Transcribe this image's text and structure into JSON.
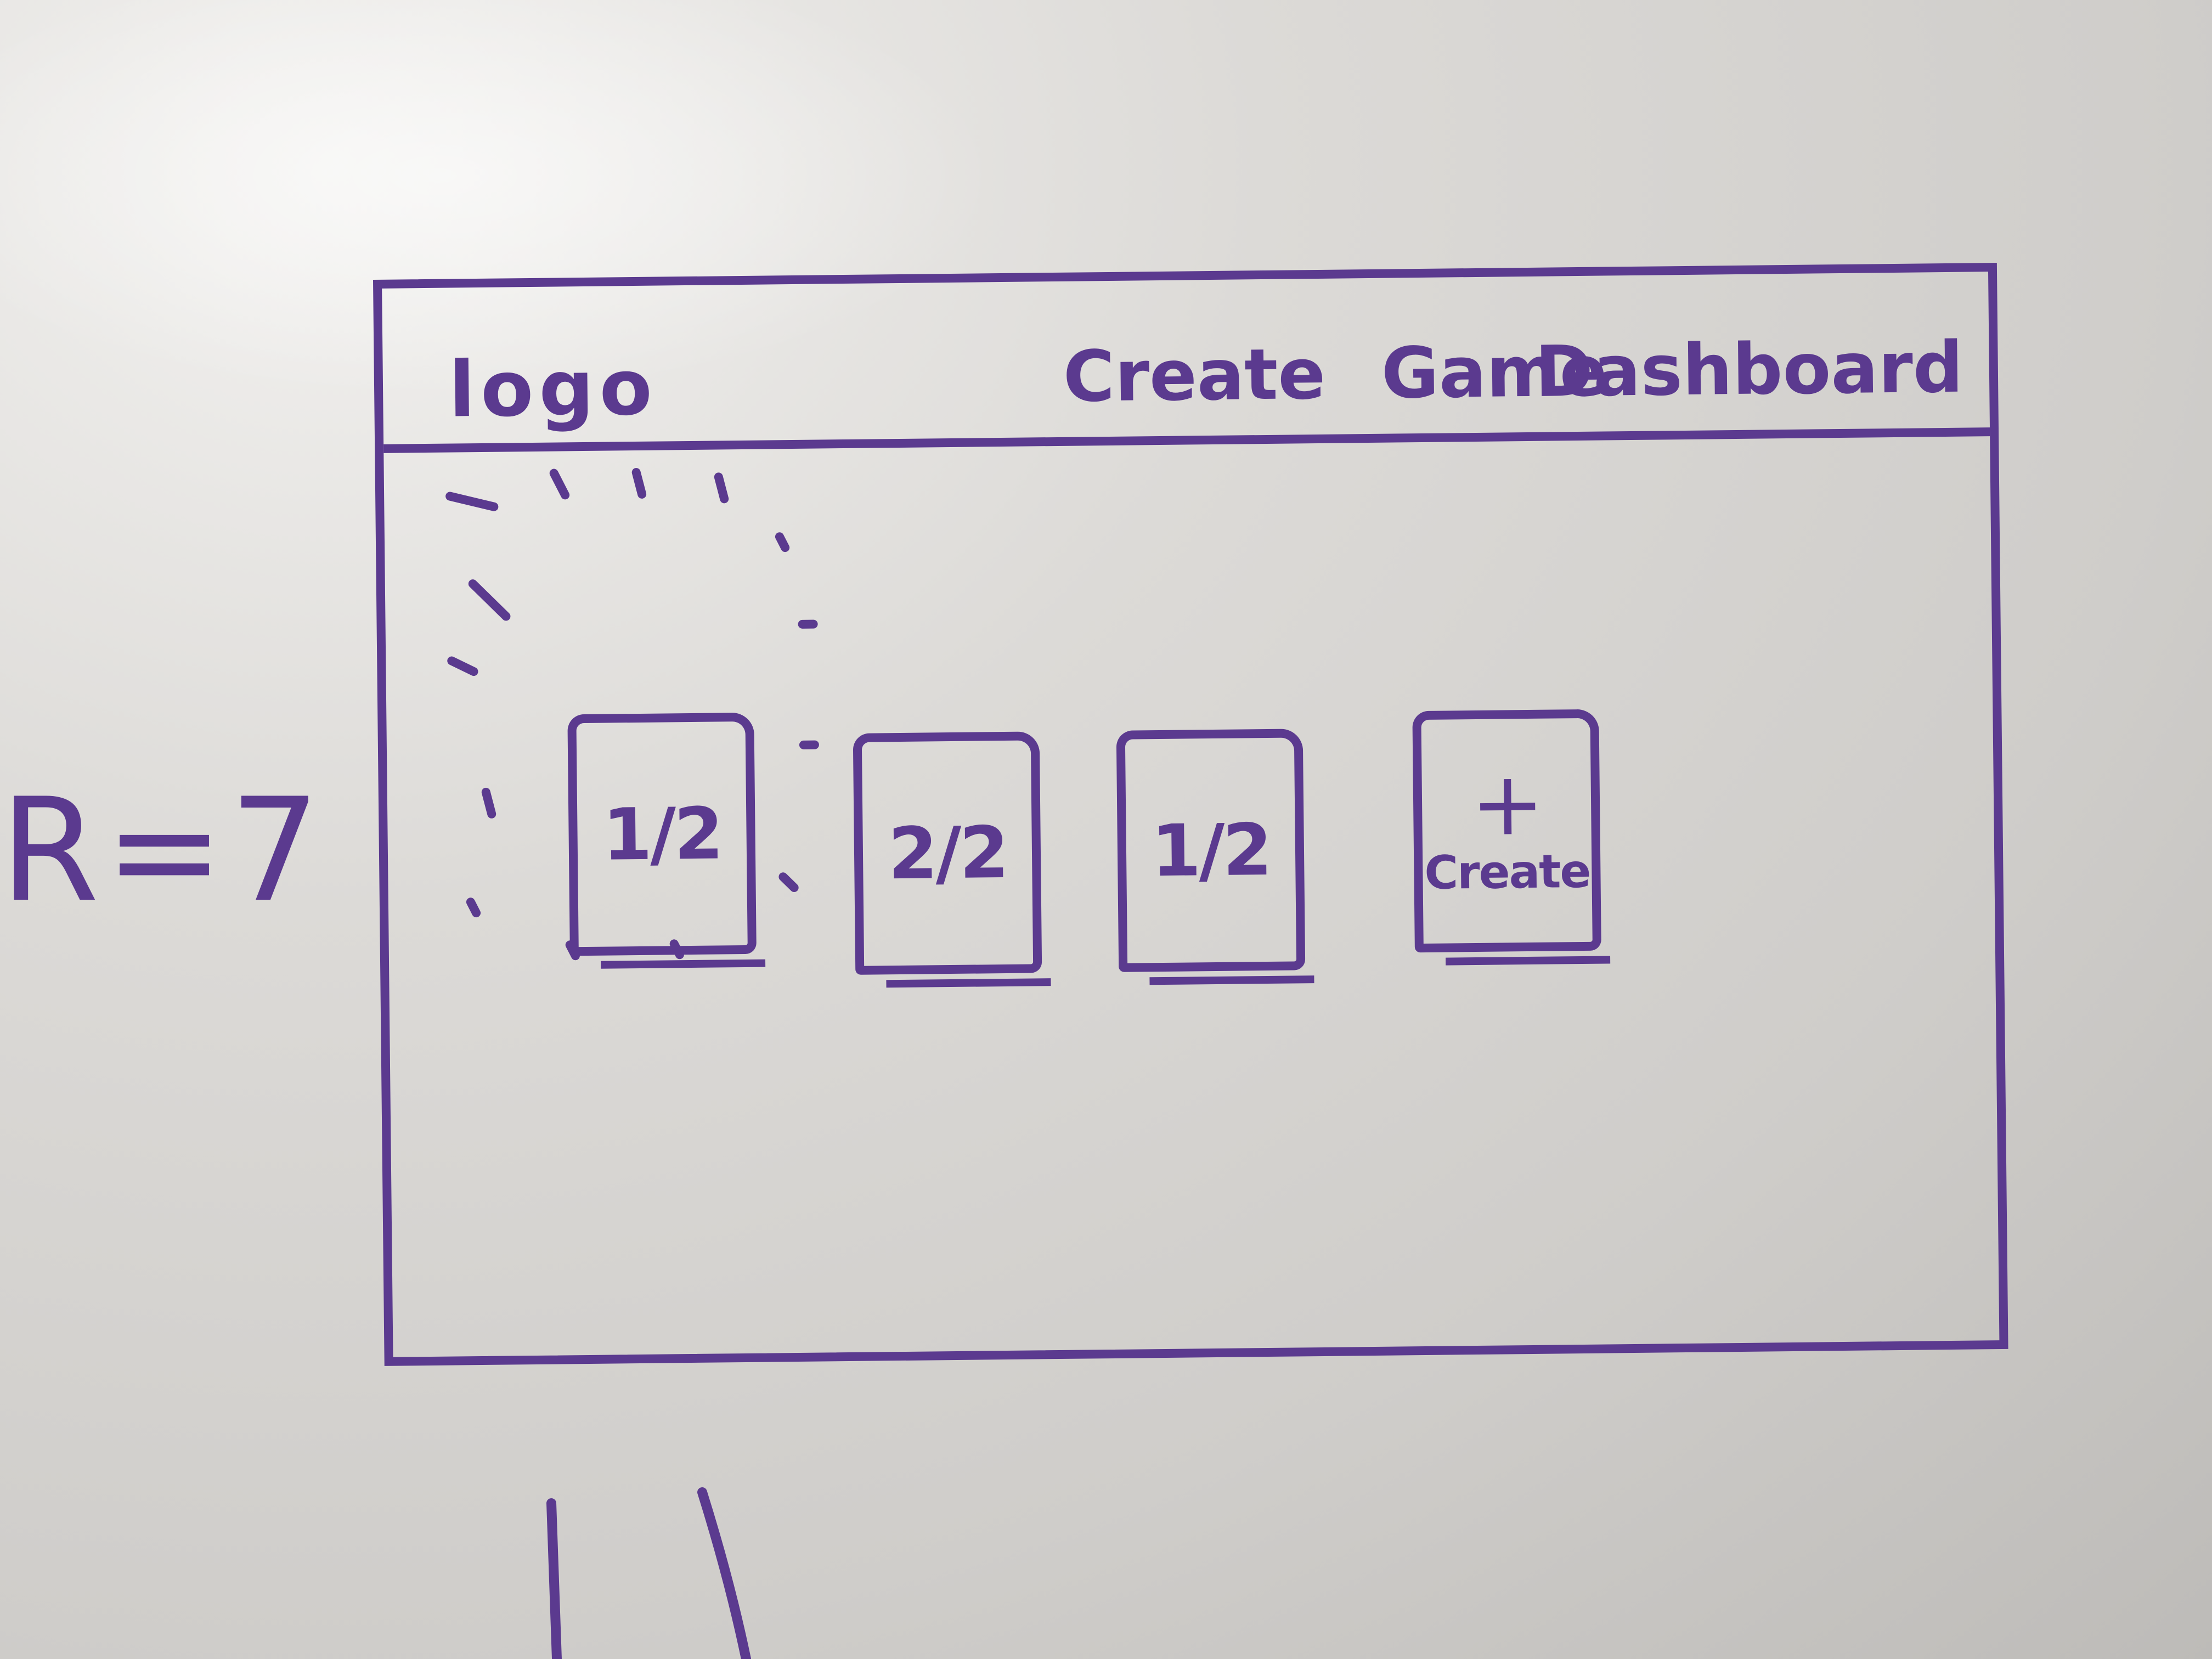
{
  "header": {
    "logo": "logo",
    "nav": {
      "create_game": [
        "Create",
        "Game"
      ],
      "dashboard": "Dashboard"
    }
  },
  "games": [
    {
      "label": "1/2"
    },
    {
      "label": "2/2"
    },
    {
      "label": "1/2"
    }
  ],
  "create_card": {
    "icon": "+",
    "label": "Create"
  },
  "side_note": "R=7",
  "colors": {
    "ink": "#5b3a8f",
    "board": "#d9d7d4"
  }
}
